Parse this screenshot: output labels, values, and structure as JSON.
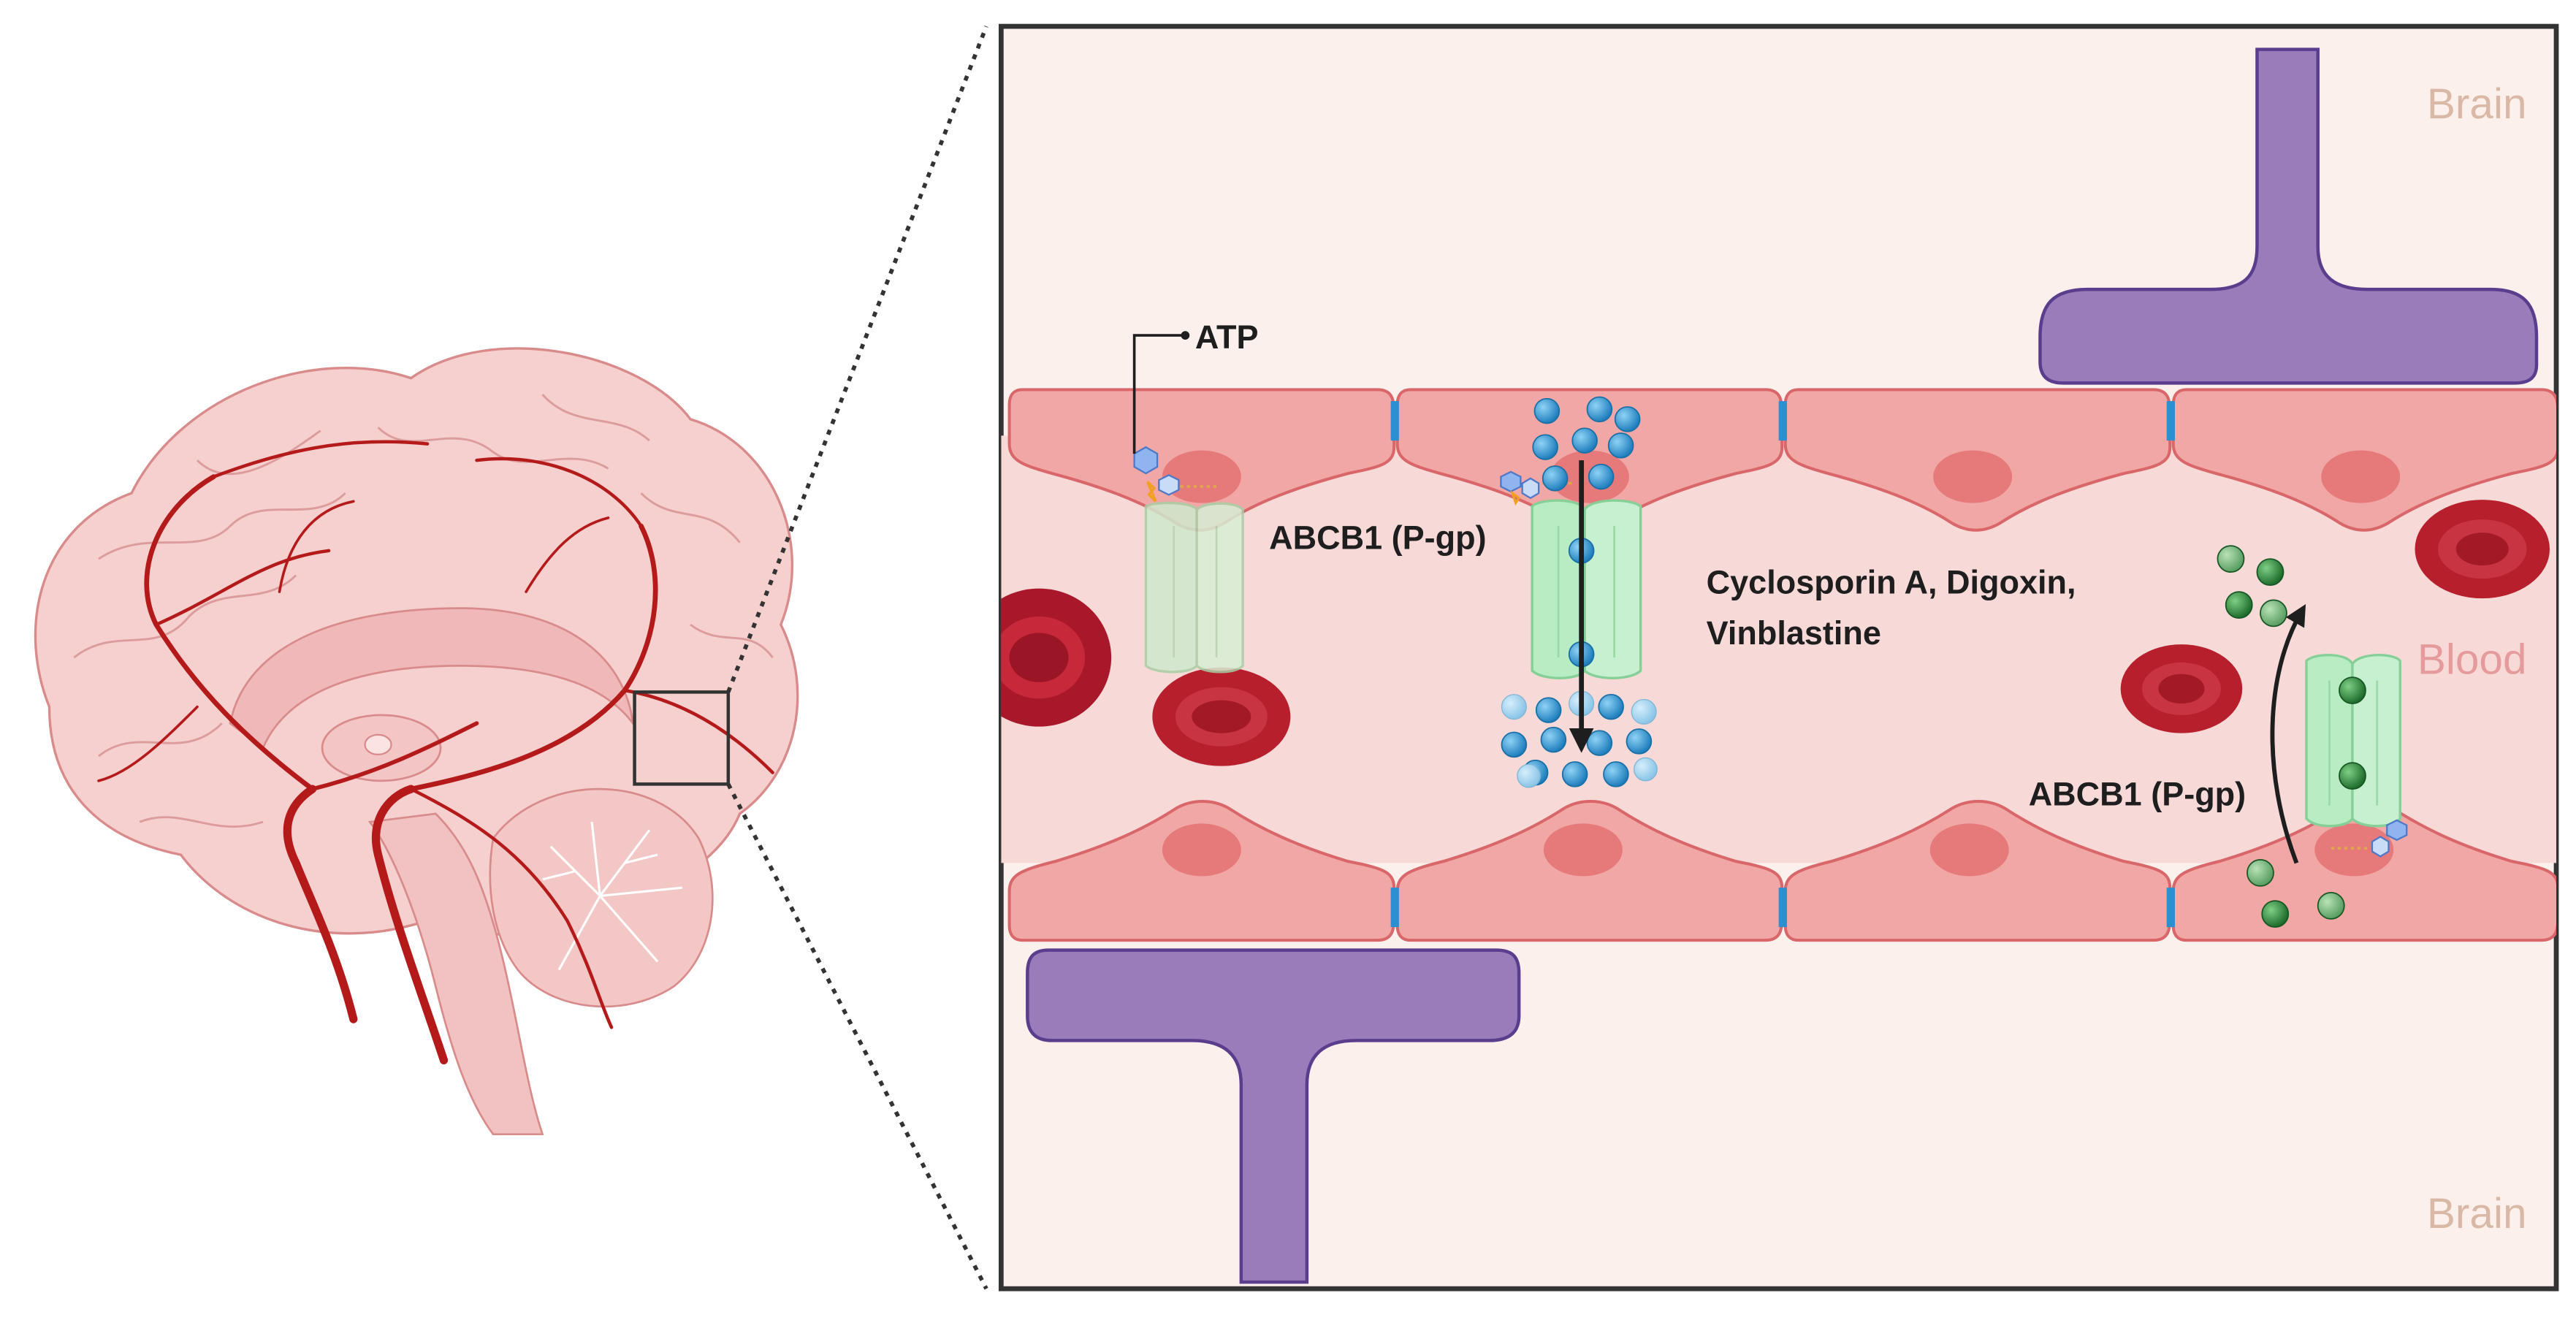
{
  "labels": {
    "atp": "ATP",
    "transporter_left": "ABCB1 (P-gp)",
    "transporter_right": "ABCB1 (P-gp)",
    "substrates_line1": "Cyclosporin A, Digoxin,",
    "substrates_line2": "Vinblastine",
    "region_brain_top": "Brain",
    "region_blood": "Blood",
    "region_brain_bottom": "Brain"
  },
  "colors": {
    "panel_bg": "#fcf0ec",
    "lumen": "#f7dad8",
    "endothelial": "#f0a7a5",
    "endothelial_edge": "#d9676a",
    "nucleus": "#e67a7a",
    "tight_junction": "#2b8fd1",
    "astrocyte": "#9b7cbb",
    "astrocyte_edge": "#5b3d8e",
    "red_blood_cell": "#b71f2c",
    "transporter": "#b8ecc3",
    "drug_blue": "#2a93cf",
    "drug_green": "#2e8b3e",
    "vessel": "#b51a1a",
    "brain_tissue": "#f6c9c9",
    "brain_label": "#d9b9a5",
    "blood_label": "#e59b9b"
  },
  "icons": [
    "brain-illustration",
    "zoom-box",
    "astrocyte-endfoot",
    "endothelial-cell",
    "tight-junction",
    "red-blood-cell",
    "p-gp-transporter",
    "drug-molecule",
    "atp-hydrolysis-icon",
    "efflux-arrow"
  ]
}
